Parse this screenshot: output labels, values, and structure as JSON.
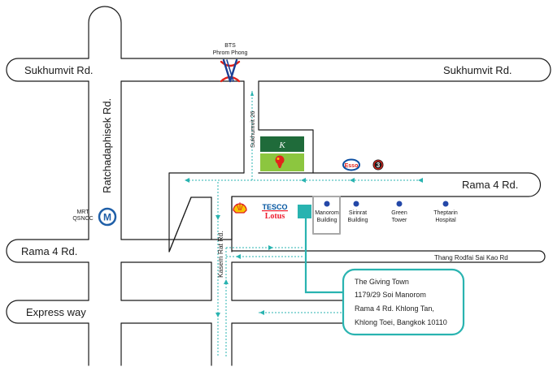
{
  "roads": {
    "sukhumvit_left": "Sukhumvit Rd.",
    "sukhumvit_right": "Sukhumvit Rd.",
    "ratchadaphisek": "Ratchadaphisek Rd.",
    "sukhumvit26": "Sukhumvit 26",
    "rama4_right": "Rama 4 Rd.",
    "rama4_left": "Rama 4 Rd.",
    "kasem_rat": "Kasem Rat Rd.",
    "thang_rodfai": "Thang Rodfai Sai Kao Rd",
    "expressway": "Express way"
  },
  "stations": {
    "bts_line1": "BTS",
    "bts_line2": "Phrom Phong",
    "mrt_line1": "MRT",
    "mrt_line2": "QSNCC",
    "mrt_symbol": "M"
  },
  "places": {
    "tesco_line1": "TESCO",
    "tesco_line2": "Lotus",
    "esso": "Esso",
    "channel3": "3",
    "k_village_logo": "K",
    "manorom": [
      "Manorom",
      "Building"
    ],
    "sirinrat": [
      "Sirinrat",
      "Building"
    ],
    "green_tower": [
      "Green",
      "Tower"
    ],
    "theptarin": [
      "Theptarin",
      "Hospital"
    ]
  },
  "address": {
    "name": "The Giving Town",
    "line1": "1179/29 Soi Manorom",
    "line2": "Rama 4 Rd. Khlong Tan,",
    "line3": "Khlong Toei, Bangkok 10110"
  },
  "colors": {
    "road_stroke": "#1a1a1a",
    "route_teal": "#29b3b0",
    "marker_blue": "#2448a8",
    "k_green": "#1f6b3a",
    "light_green": "#8cc63f",
    "bts_red": "#e2231a",
    "bts_blue": "#1c3f94",
    "shell_yellow": "#f7c600",
    "shell_red": "#dd1d21",
    "tesco_blue": "#00539f",
    "tesco_red": "#ee1c2e",
    "esso_blue": "#0b4ea2",
    "esso_red": "#e2231a",
    "mrt_blue": "#1f5fa8",
    "building_outline": "#a8a8a8"
  },
  "icons": {
    "bts": "bts-train-icon",
    "mrt": "mrt-m-icon",
    "shell": "shell-logo-icon",
    "esso": "esso-logo-icon",
    "channel3": "channel3-logo-icon",
    "k_village": "k-village-logo-icon",
    "balloon": "balloon-logo-icon",
    "building_marker": "building-dot-icon",
    "destination": "destination-square-icon"
  }
}
